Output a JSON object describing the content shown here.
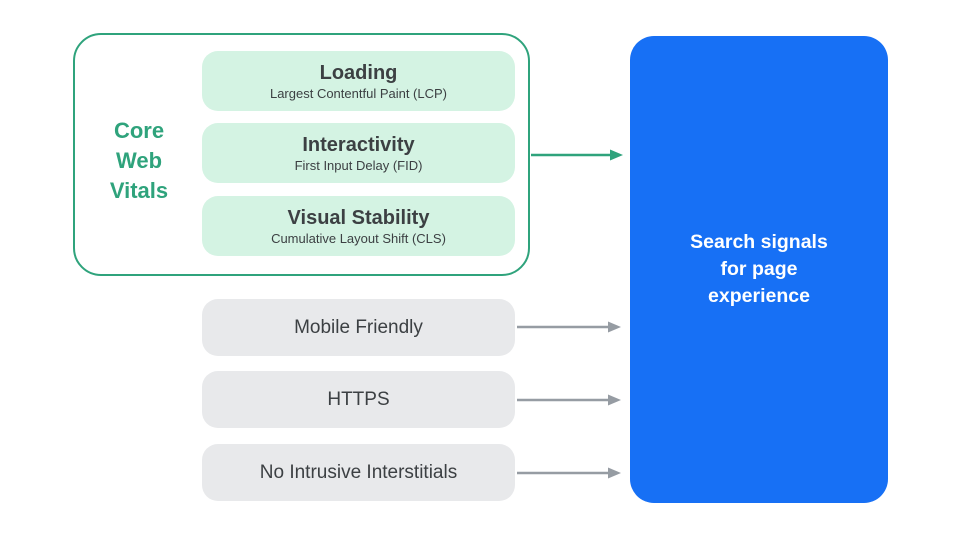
{
  "colors": {
    "green": "#2FA37C",
    "green_fill": "#D4F3E3",
    "gray_fill": "#E8E9EB",
    "blue": "#1770F5",
    "text_dark": "#3C4043",
    "text_white": "#FFFFFF",
    "arrow_gray": "#969CA3",
    "background": "#FFFFFF"
  },
  "core_web_vitals": {
    "label": "Core\nWeb\nVitals",
    "items": [
      {
        "title": "Loading",
        "subtitle": "Largest Contentful Paint (LCP)"
      },
      {
        "title": "Interactivity",
        "subtitle": "First Input Delay (FID)"
      },
      {
        "title": "Visual Stability",
        "subtitle": "Cumulative Layout Shift (CLS)"
      }
    ]
  },
  "other_signals": {
    "items": [
      {
        "label": "Mobile Friendly"
      },
      {
        "label": "HTTPS"
      },
      {
        "label": "No Intrusive Interstitials"
      }
    ]
  },
  "result": {
    "label": "Search signals\nfor page\nexperience"
  }
}
